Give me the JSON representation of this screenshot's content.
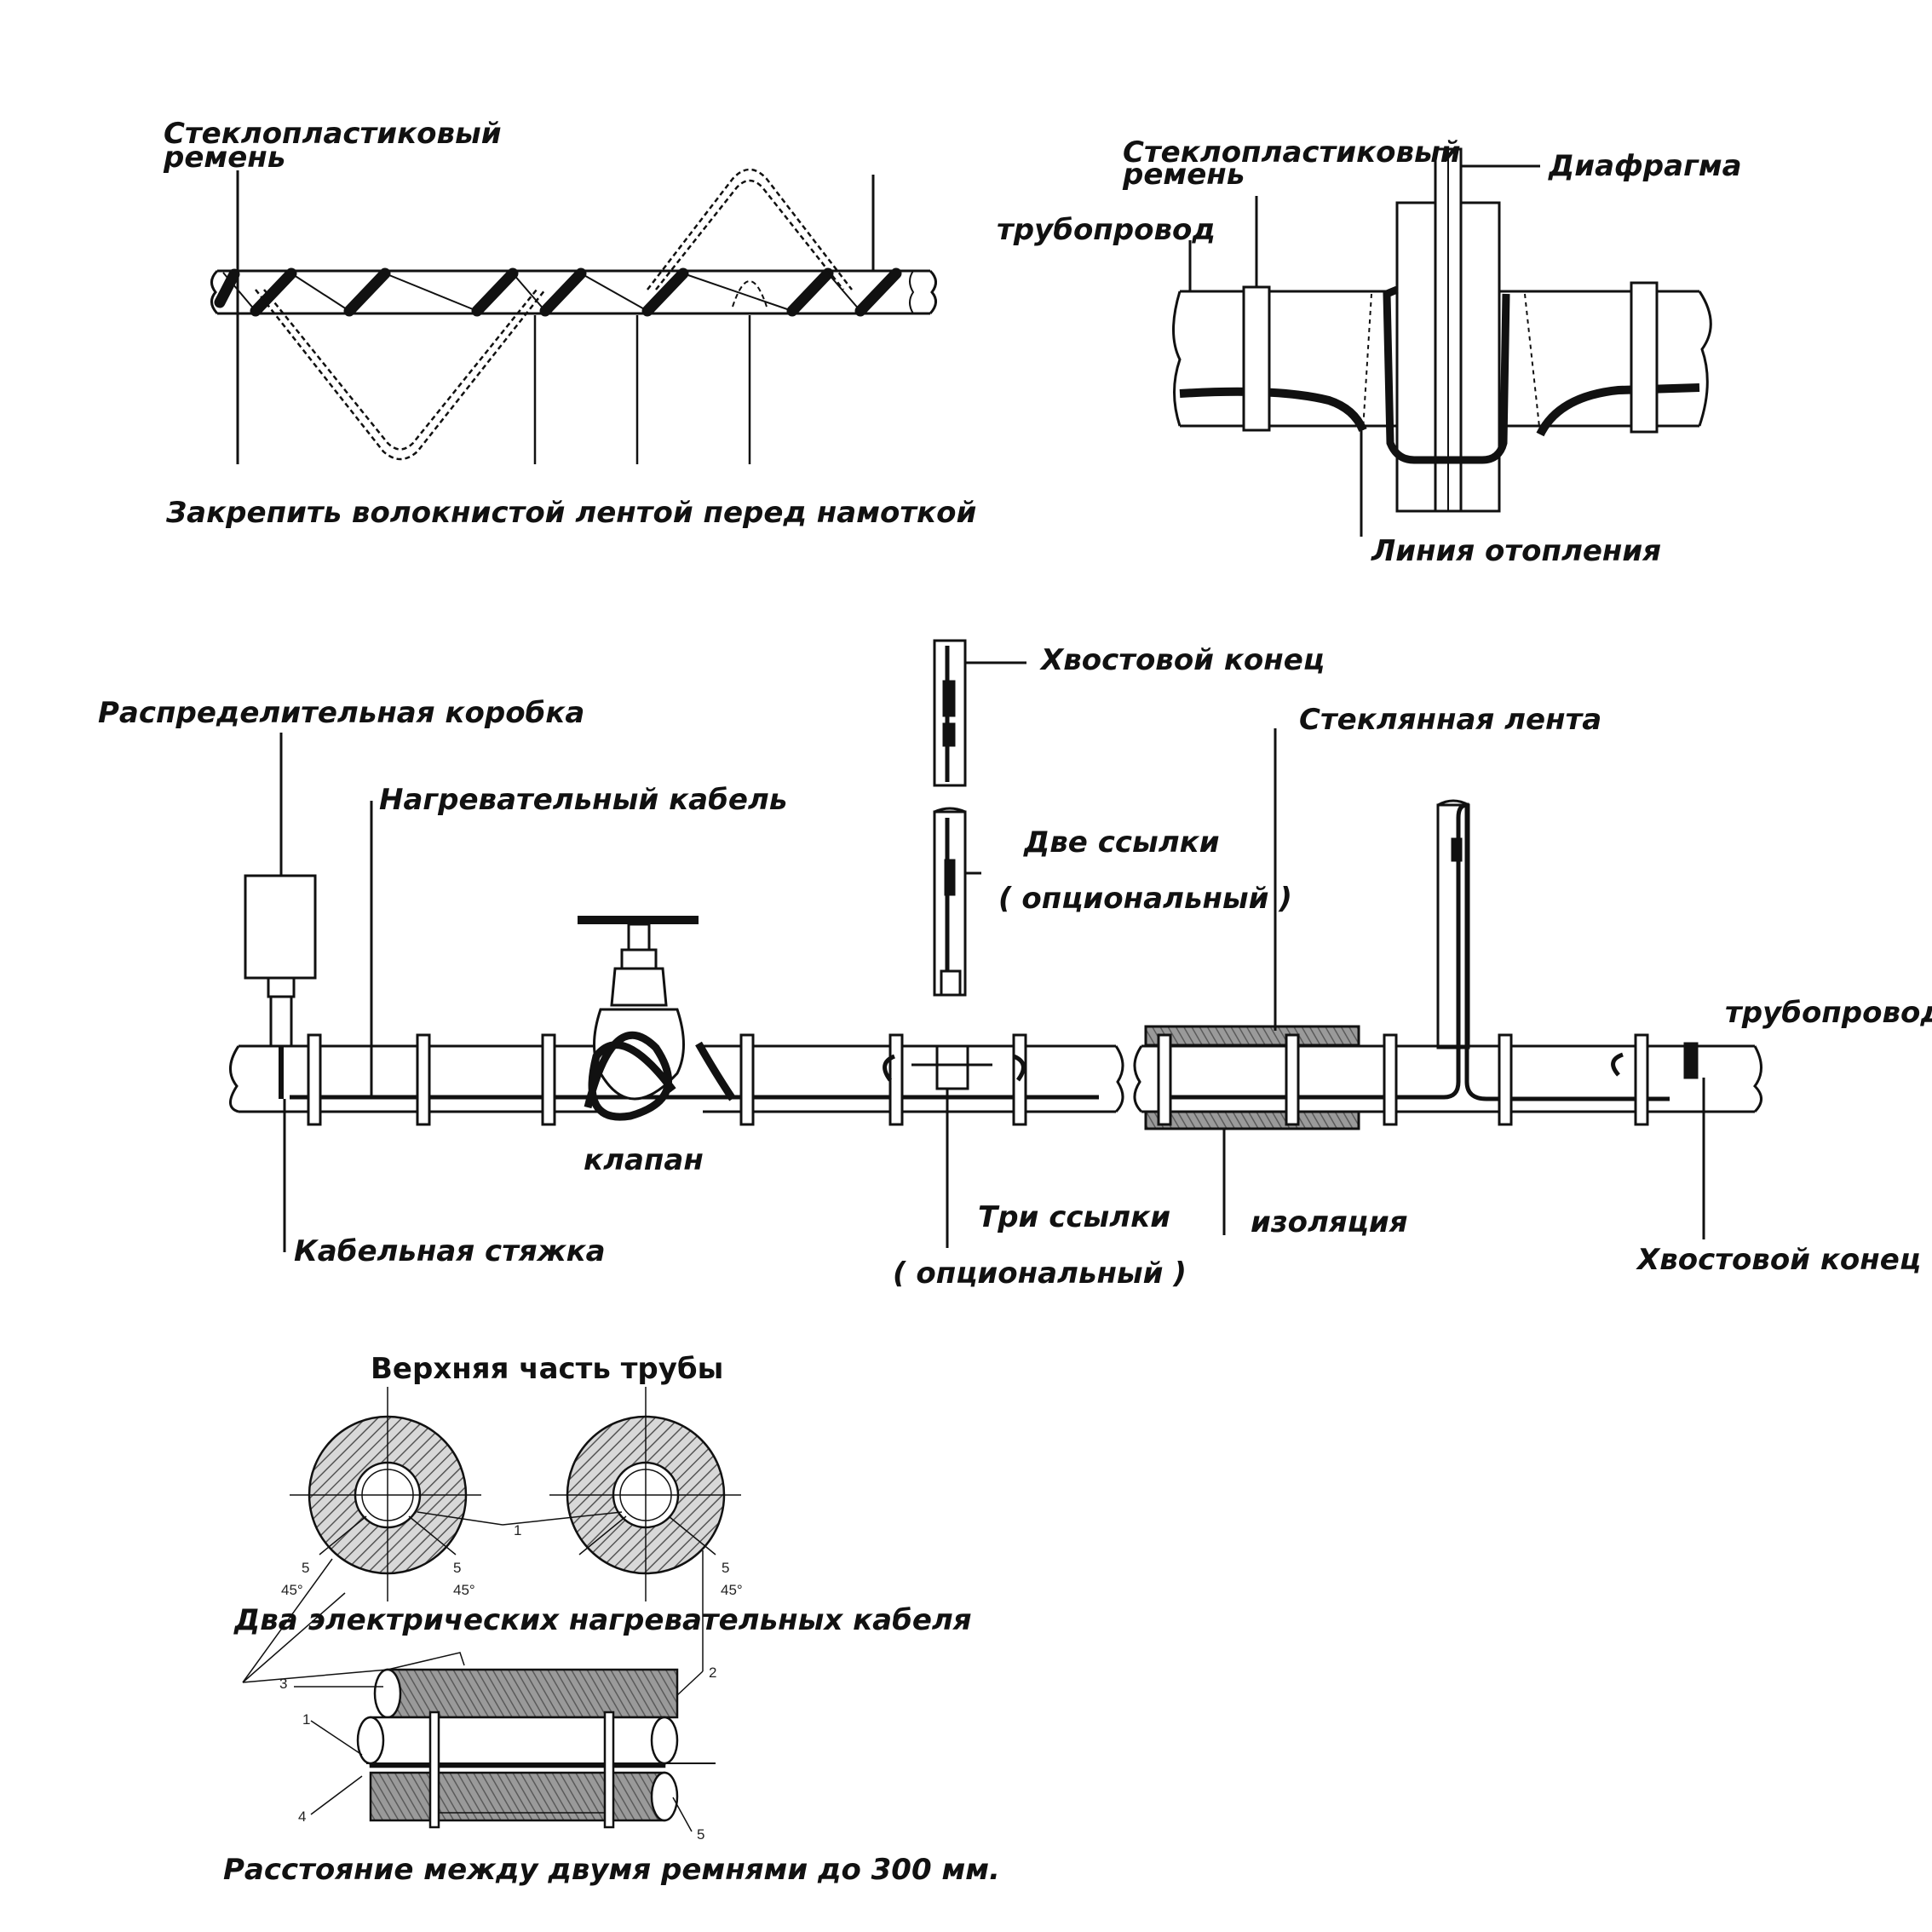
{
  "top_left": {
    "belt_label_line1": "Стеклопластиковый",
    "belt_label_line2": "ремень",
    "caption": "Закрепить волокнистой лентой перед намоткой"
  },
  "top_right": {
    "belt_label_line1": "Стеклопластиковый",
    "belt_label_line2": "ремень",
    "diaphragm": "Диафрагма",
    "pipeline": "трубопровод",
    "heating_line": "Линия отопления"
  },
  "middle": {
    "tail_end_top": "Хвостовой конец",
    "junction_box": "Распределительная коробка",
    "heating_cable": "Нагревательный кабель",
    "glass_tape": "Стеклянная лента",
    "two_links": "Две ссылки",
    "two_links_optional": "( опциональный )",
    "pipeline": "трубопровод",
    "valve": "клапан",
    "three_links": "Три ссылки",
    "three_links_optional": "( опциональный )",
    "insulation": "изоляция",
    "cable_tie": "Кабельная стяжка",
    "tail_end_right": "Хвостовой конец"
  },
  "bottom": {
    "pipe_top": "Верхняя часть трубы",
    "two_cables": "Два электрических нагревательных кабеля",
    "spacing": "Расстояние между двумя ремнями до 300 мм.",
    "angle_45": "45°",
    "num_1": "1",
    "num_2": "2",
    "num_3": "3",
    "num_4": "4",
    "num_5": "5"
  }
}
